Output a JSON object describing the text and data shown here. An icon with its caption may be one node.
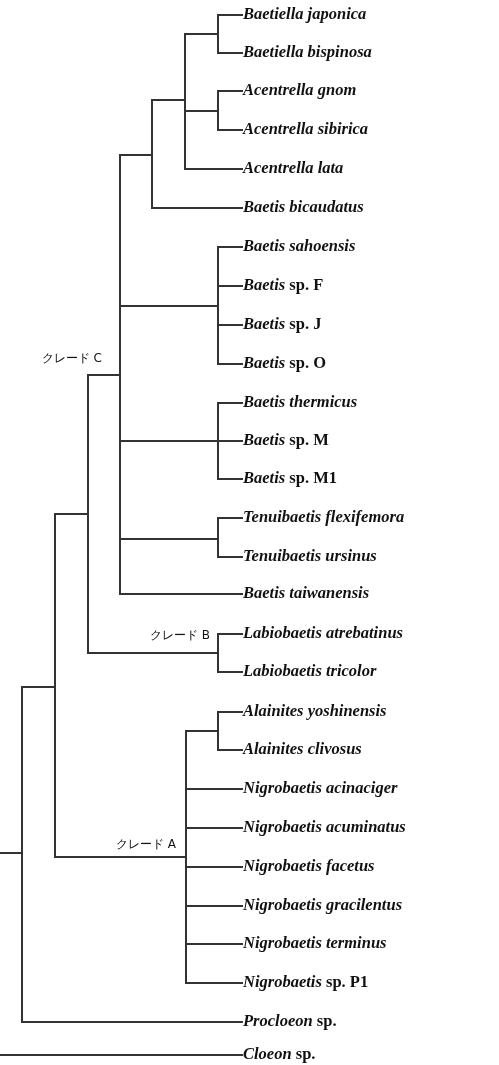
{
  "diagram": {
    "nodes": [
      {
        "text": [
          "Baetiella japonica"
        ]
      },
      {
        "text": [
          "Baetiella bispinosa"
        ]
      },
      {
        "text": [
          "Acentrella gnom"
        ]
      },
      {
        "text": [
          "Acentrella sibirica"
        ]
      },
      {
        "text": [
          "Acentrella lata"
        ]
      },
      {
        "text": [
          "Baetis bicaudatus"
        ]
      },
      {
        "text": [
          "Baetis sahoensis"
        ]
      },
      {
        "text": [
          "*Baetis* sp. F"
        ]
      },
      {
        "text": [
          "*Baetis* sp. J"
        ]
      },
      {
        "text": [
          "*Baetis* sp. O"
        ]
      },
      {
        "text": [
          "Baetis thermicus"
        ]
      },
      {
        "text": [
          "*Baetis* sp. M"
        ]
      },
      {
        "text": [
          "*Baetis* sp. M1"
        ]
      },
      {
        "text": [
          "Tenuibaetis flexifemora"
        ]
      },
      {
        "text": [
          "Tenuibaetis ursinus"
        ]
      },
      {
        "text": [
          "Baetis taiwanensis"
        ]
      },
      {
        "text": [
          "Labiobaetis atrebatinus"
        ]
      },
      {
        "text": [
          "Labiobaetis tricolor"
        ]
      },
      {
        "text": [
          "Alainites yoshinensis"
        ]
      },
      {
        "text": [
          "Alainites clivosus"
        ]
      },
      {
        "text": [
          "Nigrobaetis acinaciger"
        ]
      },
      {
        "text": [
          "Nigrobaetis acuminatus"
        ]
      },
      {
        "text": [
          "Nigrobaetis facetus"
        ]
      },
      {
        "text": [
          "Nigrobaetis gracilentus"
        ]
      },
      {
        "text": [
          "Nigrobaetis terminus"
        ]
      },
      {
        "text": [
          "*Nigrobaetis* sp. P1"
        ]
      },
      {
        "text": [
          "*Procloeon* sp."
        ]
      },
      {
        "text": [
          "*Cloeon* sp."
        ]
      },
      {
        "text": [],
        "shape": "bar"
      },
      {
        "text": [],
        "shape": "bar"
      },
      {
        "text": [],
        "shape": "bar"
      },
      {
        "text": [],
        "shape": "bar"
      },
      {
        "text": [],
        "shape": "bar"
      },
      {
        "text": [],
        "shape": "bar"
      },
      {
        "text": [],
        "shape": "bar"
      },
      {
        "text": [],
        "shape": "bar",
        "beside": [
          "クレード C"
        ]
      },
      {
        "text": [],
        "shape": "bar",
        "beside": [
          "クレード B"
        ]
      },
      {
        "text": [],
        "shape": "bar"
      },
      {
        "text": [],
        "shape": "bar"
      },
      {
        "text": [],
        "shape": "bar",
        "beside": [
          "クレード A"
        ]
      },
      {
        "text": [],
        "shape": "bar"
      },
      {
        "text": [],
        "shape": "bar"
      }
    ],
    "edges": [
      {
        "from": 28,
        "to": 0,
        "arrow": "none"
      },
      {
        "from": 28,
        "to": 1,
        "arrow": "none"
      },
      {
        "from": 29,
        "to": 2,
        "arrow": "none"
      },
      {
        "from": 29,
        "to": 3,
        "arrow": "none"
      },
      {
        "from": 30,
        "to": 28,
        "arrow": "none"
      },
      {
        "from": 30,
        "to": 29,
        "arrow": "none"
      },
      {
        "from": 30,
        "to": 4,
        "arrow": "none"
      },
      {
        "from": 31,
        "to": 30,
        "arrow": "none"
      },
      {
        "from": 31,
        "to": 5,
        "arrow": "none"
      },
      {
        "from": 32,
        "to": 6,
        "arrow": "none"
      },
      {
        "from": 32,
        "to": 7,
        "arrow": "none"
      },
      {
        "from": 32,
        "to": 8,
        "arrow": "none"
      },
      {
        "from": 32,
        "to": 9,
        "arrow": "none"
      },
      {
        "from": 33,
        "to": 10,
        "arrow": "none"
      },
      {
        "from": 33,
        "to": 11,
        "arrow": "none"
      },
      {
        "from": 33,
        "to": 12,
        "arrow": "none"
      },
      {
        "from": 34,
        "to": 13,
        "arrow": "none"
      },
      {
        "from": 34,
        "to": 14,
        "arrow": "none"
      },
      {
        "from": 35,
        "to": 31,
        "arrow": "none"
      },
      {
        "from": 35,
        "to": 32,
        "arrow": "none"
      },
      {
        "from": 35,
        "to": 33,
        "arrow": "none"
      },
      {
        "from": 35,
        "to": 34,
        "arrow": "none"
      },
      {
        "from": 35,
        "to": 15,
        "arrow": "none"
      },
      {
        "from": 36,
        "to": 16,
        "arrow": "none"
      },
      {
        "from": 36,
        "to": 17,
        "arrow": "none"
      },
      {
        "from": 37,
        "to": 35,
        "arrow": "none"
      },
      {
        "from": 37,
        "to": 36,
        "arrow": "none"
      },
      {
        "from": 38,
        "to": 18,
        "arrow": "none"
      },
      {
        "from": 38,
        "to": 19,
        "arrow": "none"
      },
      {
        "from": 39,
        "to": 38,
        "arrow": "none"
      },
      {
        "from": 39,
        "to": 20,
        "arrow": "none"
      },
      {
        "from": 39,
        "to": 21,
        "arrow": "none"
      },
      {
        "from": 39,
        "to": 22,
        "arrow": "none"
      },
      {
        "from": 39,
        "to": 23,
        "arrow": "none"
      },
      {
        "from": 39,
        "to": 24,
        "arrow": "none"
      },
      {
        "from": 39,
        "to": 25,
        "arrow": "none"
      },
      {
        "from": 40,
        "to": 37,
        "arrow": "none"
      },
      {
        "from": 40,
        "to": 39,
        "arrow": "none"
      },
      {
        "from": 41,
        "to": 40,
        "arrow": "none"
      },
      {
        "from": 41,
        "to": 26,
        "arrow": "none"
      },
      {
        "from": null,
        "to": 41,
        "arrow": "none"
      },
      {
        "from": null,
        "to": 27,
        "arrow": "none"
      }
    ]
  }
}
